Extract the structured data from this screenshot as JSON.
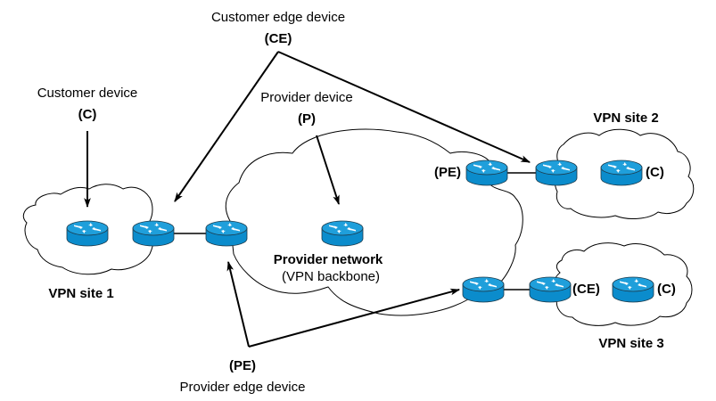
{
  "colors": {
    "router_top": "#1a9ad6",
    "router_side": "#0b7fbf",
    "router_outline": "#1d3a4a",
    "line": "#000000",
    "cloud": "#000000"
  },
  "labels": {
    "customer_edge_device": "Customer edge device",
    "ce_top": "(CE)",
    "customer_device": "Customer device",
    "c_top": "(C)",
    "provider_device": "Provider device",
    "p_top": "(P)",
    "vpn_site_1": "VPN site 1",
    "vpn_site_2": "VPN site 2",
    "vpn_site_3": "VPN site 3",
    "provider_network": "Provider network",
    "vpn_backbone": "(VPN backbone)",
    "pe_site2": "(PE)",
    "c_site2": "(C)",
    "ce_site3": "(CE)",
    "c_site3": "(C)",
    "pe_bottom": "(PE)",
    "provider_edge_device": "Provider edge device"
  },
  "routers": [
    {
      "id": "site1-c",
      "role": "C"
    },
    {
      "id": "site1-ce",
      "role": "CE"
    },
    {
      "id": "backbone-pe-left",
      "role": "PE"
    },
    {
      "id": "backbone-p",
      "role": "P"
    },
    {
      "id": "backbone-pe-top-right",
      "role": "PE"
    },
    {
      "id": "site2-ce",
      "role": "CE"
    },
    {
      "id": "site2-c",
      "role": "C"
    },
    {
      "id": "backbone-pe-bottom-right",
      "role": "PE"
    },
    {
      "id": "site3-ce",
      "role": "CE"
    },
    {
      "id": "site3-c",
      "role": "C"
    }
  ]
}
